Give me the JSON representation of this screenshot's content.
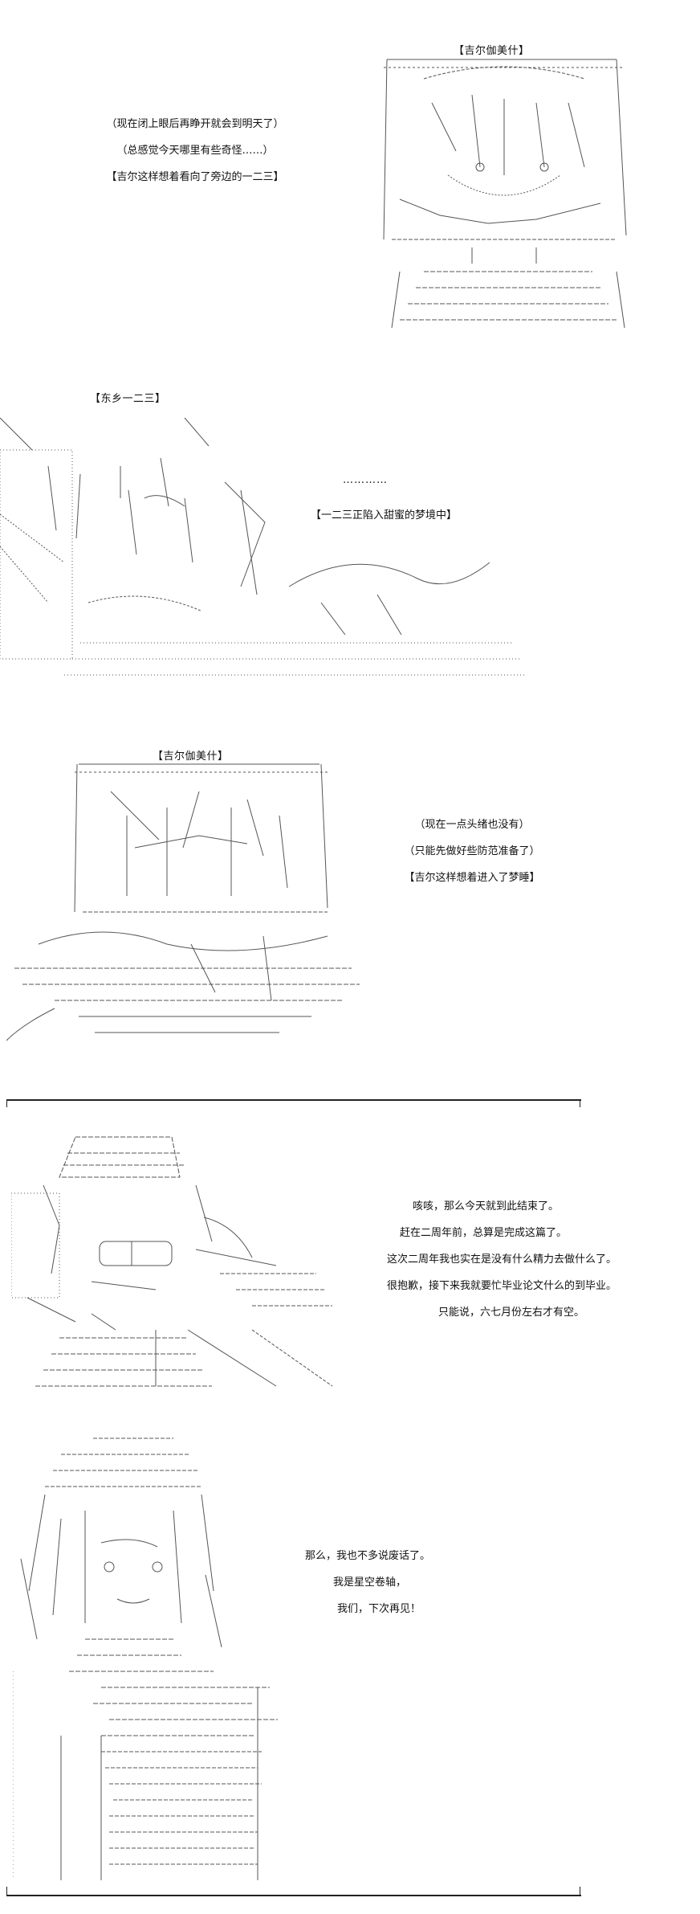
{
  "panels": [
    {
      "speaker": "【吉尔伽美什】",
      "lines": [
        "（现在闭上眼后再睁开就会到明天了）",
        "（总感觉今天哪里有些奇怪……）",
        "【吉尔这样想着看向了旁边的一二三】"
      ]
    },
    {
      "speaker": "【东乡一二三】",
      "ellipsis": "…………",
      "lines": [
        "【一二三正陷入甜蜜的梦境中】"
      ]
    },
    {
      "speaker": "【吉尔伽美什】",
      "lines": [
        "（现在一点头绪也没有）",
        "（只能先做好些防范准备了）",
        "【吉尔这样想着进入了梦睡】"
      ]
    },
    {
      "lines": [
        "咳咳，那么今天就到此结束了。",
        "赶在二周年前，总算是完成这篇了。",
        "这次二周年我也实在是没有什么精力去做什么了。",
        "很抱歉，接下来我就要忙毕业论文什么的到毕业。",
        "只能说，六七月份左右才有空。"
      ]
    },
    {
      "lines": [
        "那么，我也不多说废话了。",
        "我是星空卷轴，",
        "我们，下次再见！"
      ]
    }
  ],
  "colors": {
    "ink": "#111111",
    "art": "#555555",
    "frame": "#222222"
  }
}
